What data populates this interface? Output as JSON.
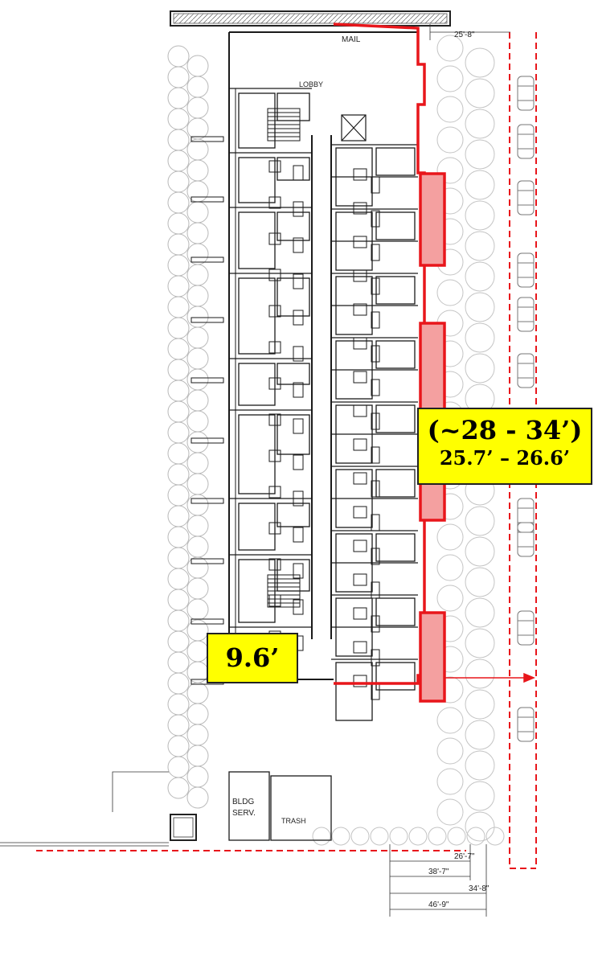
{
  "plan": {
    "room_labels": {
      "mail": "MAIL",
      "lobby": "LOBBY",
      "bldg_serv_line1": "BLDG",
      "bldg_serv_line2": "SERV.",
      "trash": "TRASH"
    },
    "dimensions": {
      "top": "25'-8\"",
      "bottom_1": "26'-7\"",
      "bottom_2": "38'-7\"",
      "bottom_3": "34'-8\"",
      "bottom_4": "46'-9\""
    },
    "callouts": {
      "setback_range": "(~28 - 34’)",
      "setback_measured": "25.7’ – 26.6’",
      "side_setback": "9.6’"
    },
    "colors": {
      "highlight_red": "#e8161b",
      "highlight_fill": "#f4a0a0",
      "callout_yellow": "#ffff00",
      "line_work": "#1a1a1a",
      "landscape_grey": "#b8b8b8"
    }
  }
}
